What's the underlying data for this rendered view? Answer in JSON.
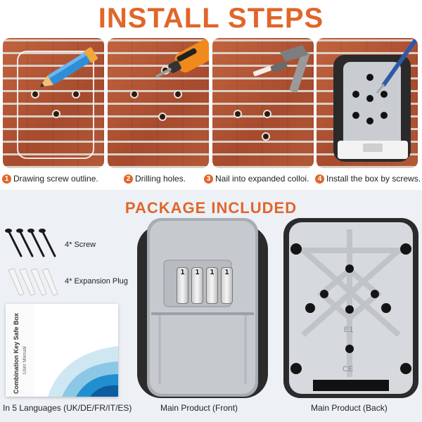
{
  "header": {
    "title": "INSTALL STEPS"
  },
  "steps": [
    {
      "number": "1",
      "label": "Drawing screw outline."
    },
    {
      "number": "2",
      "label": "Drilling holes."
    },
    {
      "number": "3",
      "label": "Nail into expanded colloi."
    },
    {
      "number": "4",
      "label": "Install the box by screws."
    }
  ],
  "package": {
    "title": "PACKAGE INCLUDED",
    "screw_label": "4* Screw",
    "plug_label": "4* Expansion Plug",
    "manual_title": "Combination Key Safe Box",
    "manual_subtitle": "User Manual",
    "manual_caption": "In 5 Languages (UK/DE/FR/IT/ES)",
    "front_caption": "Main Product (Front)",
    "back_caption": "Main Product (Back)",
    "dial_digits": [
      "1",
      "1",
      "1",
      "1"
    ],
    "back_mark_top": "E1",
    "back_mark_bottom": "CE"
  },
  "colors": {
    "accent": "#e0662a",
    "brick": "#b8583a",
    "panel_bg": "#edf1f6"
  }
}
